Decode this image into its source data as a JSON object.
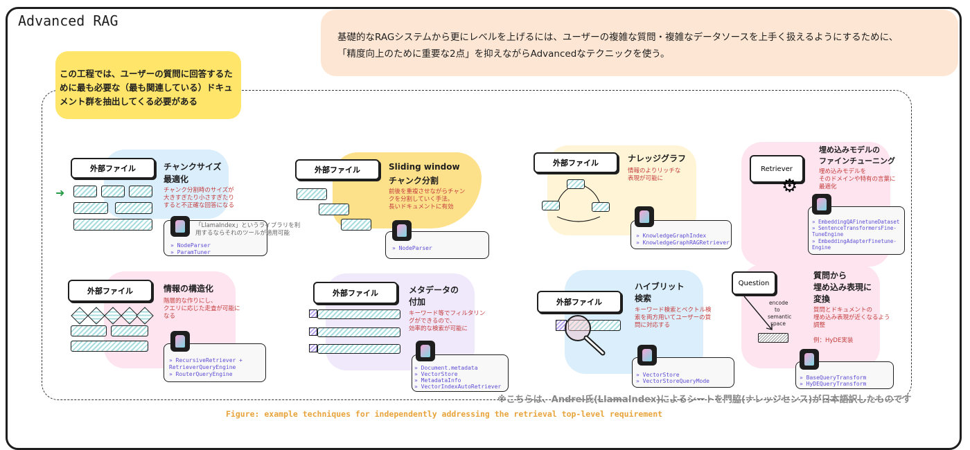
{
  "title": "Advanced RAG",
  "intro_note": {
    "line1": "基礎的なRAGシステムから更にレベルを上げるには、ユーザーの複雑な質問・複雑なデータソースを上手く扱えるようにするために、",
    "line2": "「精度向上のために重要な2点」を抑えながらAdvancedなテクニックを使う。"
  },
  "process_note": {
    "line1": "この工程では、ユーザーの質問に回答するた",
    "line2": "めに最も必要な（最も関連している）ドキュ",
    "line3": "メント群を抽出してくる必要がある"
  },
  "file_label": "外部ファイル",
  "techniques": {
    "chunk": {
      "heading1": "チャンクサイズ",
      "heading2": "最適化",
      "desc1": "チャンク分割時のサイズが",
      "desc2": "大きすぎたり小さすぎたり",
      "desc3": "すると不正確な回答になる",
      "note1": "「LlamaIndex」というライブラリを利",
      "note2": "用するならそれのツールが適用可能",
      "code": [
        "» NodeParser",
        "» ParamTuner"
      ]
    },
    "sliding": {
      "heading1": "Sliding window",
      "heading2": "チャンク分割",
      "desc1": "前後を重複させながらチャン",
      "desc2": "クを分割していく手法。",
      "desc3": "長いドキュメントに有効",
      "code": [
        "» NodeParser"
      ]
    },
    "graph": {
      "heading1": "ナレッジグラフ",
      "desc1": "情報のよりリッチな",
      "desc2": "表現が可能に",
      "code": [
        "» KnowledgeGraphIndex",
        "» KnowledgeGraphRAGRetriever"
      ]
    },
    "finetune": {
      "heading1": "埋め込みモデルの",
      "heading2": "ファインチューニング",
      "desc1": "埋め込みモデルを",
      "desc2": "そのドメインや特有の言葉に",
      "desc3": "最適化",
      "retriever_label": "Retriever",
      "code": [
        "» EmbeddingQAFinetuneDataset",
        "» SentenceTransformersFine-",
        "  TuneEngine",
        "» EmbeddingAdapterFinetune-",
        "  Engine"
      ]
    },
    "structure": {
      "heading1": "情報の構造化",
      "desc1": "階層的な作りにし、",
      "desc2": "クエリに応じた走査が可能に",
      "desc3": "なる",
      "code": [
        "» RecursiveRetriever +",
        "    RetrieverQueryEngine",
        "» RouterQueryEngine"
      ]
    },
    "metadata": {
      "heading1": "メタデータの",
      "heading2": "付加",
      "desc1": "キーワード等でフィルタリン",
      "desc2": "グができるので、",
      "desc3": "効率的な検索が可能に",
      "code": [
        "» Document.metadata",
        "» VectorStore",
        "    » MetadataInfo",
        "» VectorIndexAutoRetriever"
      ]
    },
    "hybrid": {
      "heading1": "ハイブリット",
      "heading2": "検索",
      "desc1": "キーワード検索とベクトル検",
      "desc2": "索を両方用いてユーザーの質",
      "desc3": "問に対応する",
      "code": [
        "» VectorStore",
        "    » VectorStoreQueryMode"
      ]
    },
    "hyde": {
      "heading1": "質問から",
      "heading2": "埋め込み表現に",
      "heading3": "変換",
      "desc1": "質問とドキュメントの",
      "desc2": "埋め込み表現が近くなるよう",
      "desc3": "調整",
      "desc4": "例：HyDE実装",
      "question_label": "Question",
      "arrow_label1": "encode",
      "arrow_label2": "to",
      "arrow_label3": "semantic",
      "arrow_label4": "space",
      "code": [
        "» BaseQueryTransform",
        "    » HyDEQueryTransform"
      ]
    }
  },
  "footer_note": "※こちらは、Andrei氏(LlamaIndex)によるシートを門脇(ナレッジセンス)が日本語訳したものです",
  "caption": "Figure: example techniques for independently addressing the retrieval top-level requirement"
}
